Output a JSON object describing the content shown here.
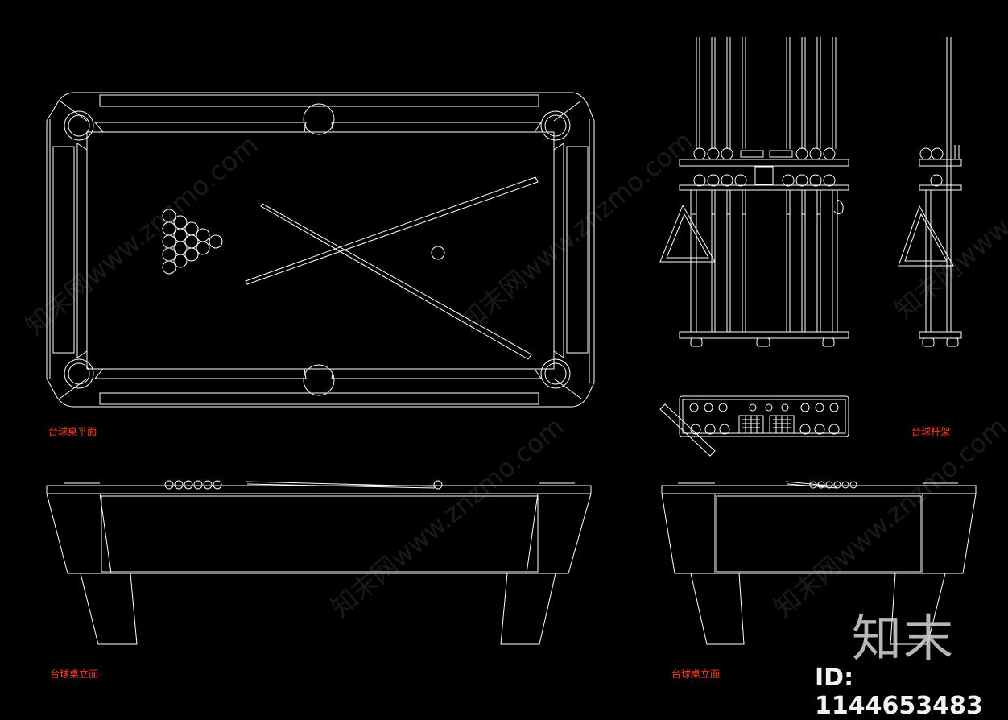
{
  "labels": {
    "plan_view": "台球桌平面",
    "cue_rack": "台球杆架",
    "elevation_left": "台球桌立面",
    "elevation_right": "台球桌立面"
  },
  "watermark": {
    "text": "知末网www.znzmo.com"
  },
  "brand": {
    "logo": "知末",
    "id_text": "ID: 1144653483"
  },
  "colors": {
    "background": "#000000",
    "line": "#ffffff",
    "label": "#ff3b1f"
  }
}
